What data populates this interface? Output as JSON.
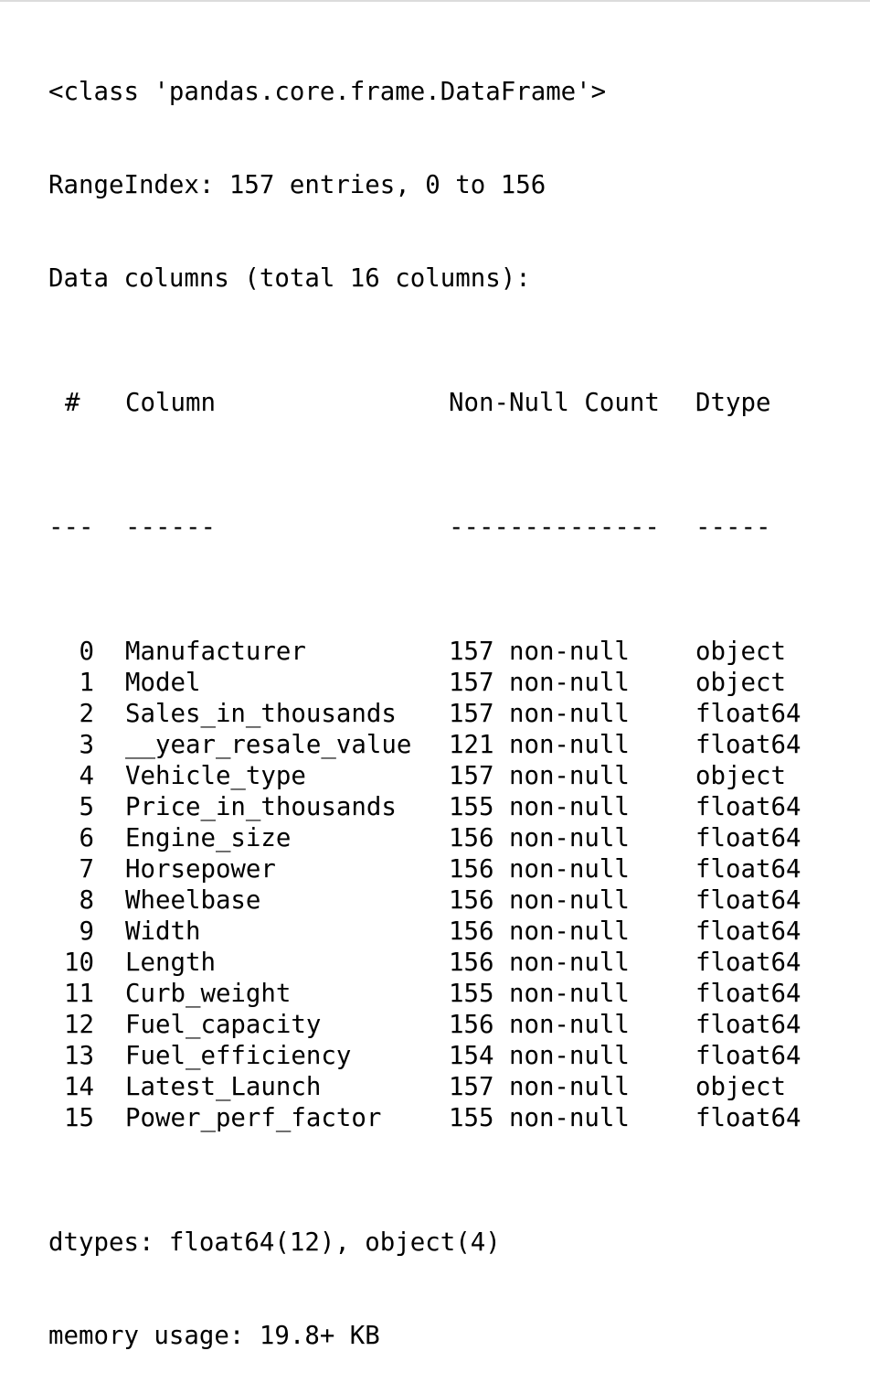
{
  "header": {
    "class_line": "<class 'pandas.core.frame.DataFrame'>",
    "range_index": "RangeIndex: 157 entries, 0 to 156",
    "data_columns": "Data columns (total 16 columns):"
  },
  "table": {
    "headers": {
      "index": "#",
      "column": "Column",
      "count": "Non-Null Count",
      "dtype": "Dtype"
    },
    "underline": {
      "index": "---",
      "column": "------",
      "count": "--------------",
      "dtype": "-----"
    },
    "rows": [
      {
        "index": "0",
        "column": "Manufacturer",
        "count": "157 non-null",
        "dtype": "object"
      },
      {
        "index": "1",
        "column": "Model",
        "count": "157 non-null",
        "dtype": "object"
      },
      {
        "index": "2",
        "column": "Sales_in_thousands",
        "count": "157 non-null",
        "dtype": "float64"
      },
      {
        "index": "3",
        "column": "__year_resale_value",
        "count": "121 non-null",
        "dtype": "float64"
      },
      {
        "index": "4",
        "column": "Vehicle_type",
        "count": "157 non-null",
        "dtype": "object"
      },
      {
        "index": "5",
        "column": "Price_in_thousands",
        "count": "155 non-null",
        "dtype": "float64"
      },
      {
        "index": "6",
        "column": "Engine_size",
        "count": "156 non-null",
        "dtype": "float64"
      },
      {
        "index": "7",
        "column": "Horsepower",
        "count": "156 non-null",
        "dtype": "float64"
      },
      {
        "index": "8",
        "column": "Wheelbase",
        "count": "156 non-null",
        "dtype": "float64"
      },
      {
        "index": "9",
        "column": "Width",
        "count": "156 non-null",
        "dtype": "float64"
      },
      {
        "index": "10",
        "column": "Length",
        "count": "156 non-null",
        "dtype": "float64"
      },
      {
        "index": "11",
        "column": "Curb_weight",
        "count": "155 non-null",
        "dtype": "float64"
      },
      {
        "index": "12",
        "column": "Fuel_capacity",
        "count": "156 non-null",
        "dtype": "float64"
      },
      {
        "index": "13",
        "column": "Fuel_efficiency",
        "count": "154 non-null",
        "dtype": "float64"
      },
      {
        "index": "14",
        "column": "Latest_Launch",
        "count": "157 non-null",
        "dtype": "object"
      },
      {
        "index": "15",
        "column": "Power_perf_factor",
        "count": "155 non-null",
        "dtype": "float64"
      }
    ]
  },
  "footer": {
    "dtypes": "dtypes: float64(12), object(4)",
    "memory": "memory usage: 19.8+ KB"
  }
}
